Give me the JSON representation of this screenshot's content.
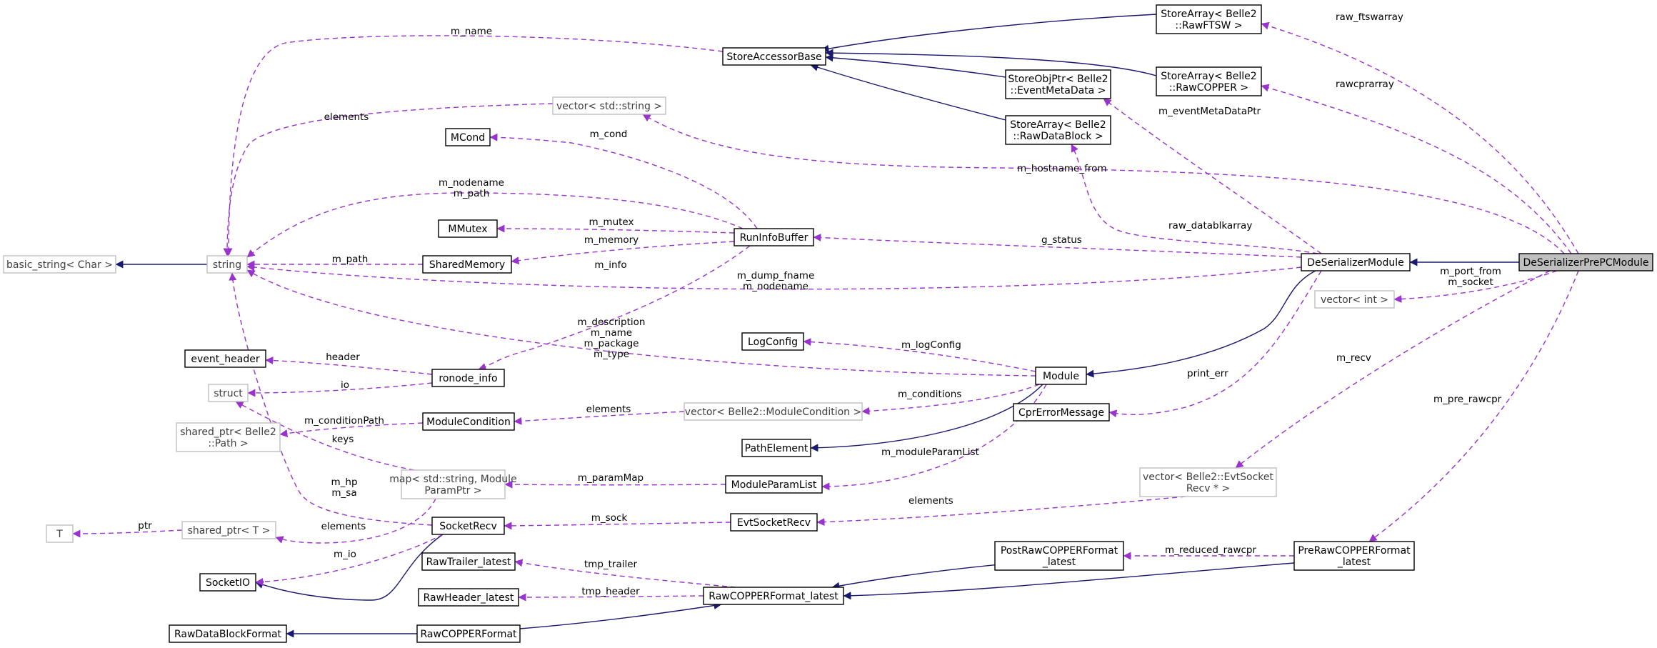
{
  "nodes": {
    "storearray_rawftsw": "StoreArray< Belle2\n::RawFTSW >",
    "storearray_rawcopper": "StoreArray< Belle2\n::RawCOPPER >",
    "storeaccessorbase": "StoreAccessorBase",
    "storeobjptr_eventmetadata": "StoreObjPtr< Belle2\n::EventMetaData >",
    "storearray_rawdatablock": "StoreArray< Belle2\n::RawDataBlock >",
    "vector_string": "vector< std::string >",
    "mcond": "MCond",
    "mmutex": "MMutex",
    "runinfobuffer": "RunInfoBuffer",
    "basic_string": "basic_string< Char >",
    "string": "string",
    "sharedmemory": "SharedMemory",
    "deserializermodule": "DeSerializerModule",
    "deserializerprepcmodule": "DeSerializerPrePCModule",
    "vector_int": "vector< int >",
    "logconfig": "LogConfig",
    "event_header": "event_header",
    "ronode_info": "ronode_info",
    "module": "Module",
    "struct": "struct",
    "cprerrormessage": "CprErrorMessage",
    "modulecondition": "ModuleCondition",
    "vector_modulecondition": "vector< Belle2::ModuleCondition >",
    "shared_ptr_path": "shared_ptr< Belle2\n::Path >",
    "pathelement": "PathElement",
    "map_paramptr": "map< std::string, Module\nParamPtr >",
    "moduleparamlist": "ModuleParamList",
    "vector_evtsocketrecv": "vector< Belle2::EvtSocket\nRecv * >",
    "t": "T",
    "shared_ptr_t": "shared_ptr< T >",
    "socketrecv": "SocketRecv",
    "evtsocketrecv": "EvtSocketRecv",
    "postrawcopperformat_latest": "PostRawCOPPERFormat\n_latest",
    "prerawcopperformat_latest": "PreRawCOPPERFormat\n_latest",
    "socketio": "SocketIO",
    "rawtrailer_latest": "RawTrailer_latest",
    "rawheader_latest": "RawHeader_latest",
    "rawcopperformat_latest": "RawCOPPERFormat_latest",
    "rawdatablockformat": "RawDataBlockFormat",
    "rawcopperformat": "RawCOPPERFormat"
  },
  "edge_labels": {
    "raw_ftswarray": "raw_ftswarray",
    "rawcprarray": "rawcprarray",
    "m_name": "m_name",
    "elements_string": "elements",
    "m_eventmetadataptr": "m_eventMetaDataPtr",
    "m_cond": "m_cond",
    "m_hostname_from": "m_hostname_from",
    "m_nodename_path": "m_nodename\nm_path",
    "raw_datablkarray": "raw_datablkarray",
    "m_mutex": "m_mutex",
    "g_status": "g_status",
    "m_memory": "m_memory",
    "m_path": "m_path",
    "m_info": "m_info",
    "m_dump_fname": "m_dump_fname\nm_nodename",
    "m_port_from": "m_port_from\nm_socket",
    "m_description": "m_description\nm_name\nm_package\nm_type",
    "m_logconfig": "m_logConfig",
    "m_recv": "m_recv",
    "header": "header",
    "print_err": "print_err",
    "io": "io",
    "m_pre_rawcpr": "m_pre_rawcpr",
    "elements_cond": "elements",
    "m_conditions": "m_conditions",
    "m_conditionpath": "m_conditionPath",
    "keys": "keys",
    "m_moduleparamlist": "m_moduleParamList",
    "m_hp_sa": "m_hp\nm_sa",
    "m_parammap": "m_paramMap",
    "elements_evt": "elements",
    "ptr": "ptr",
    "m_sock": "m_sock",
    "elements_shared": "elements",
    "m_reduced_rawcpr": "m_reduced_rawcpr",
    "m_io": "m_io",
    "tmp_trailer": "tmp_trailer",
    "tmp_header": "tmp_header"
  },
  "colors": {
    "inheritance": "#191970",
    "usage": "#9a32cd",
    "focus_fill": "#bfbfbf",
    "external_border": "#bfbfbf"
  }
}
